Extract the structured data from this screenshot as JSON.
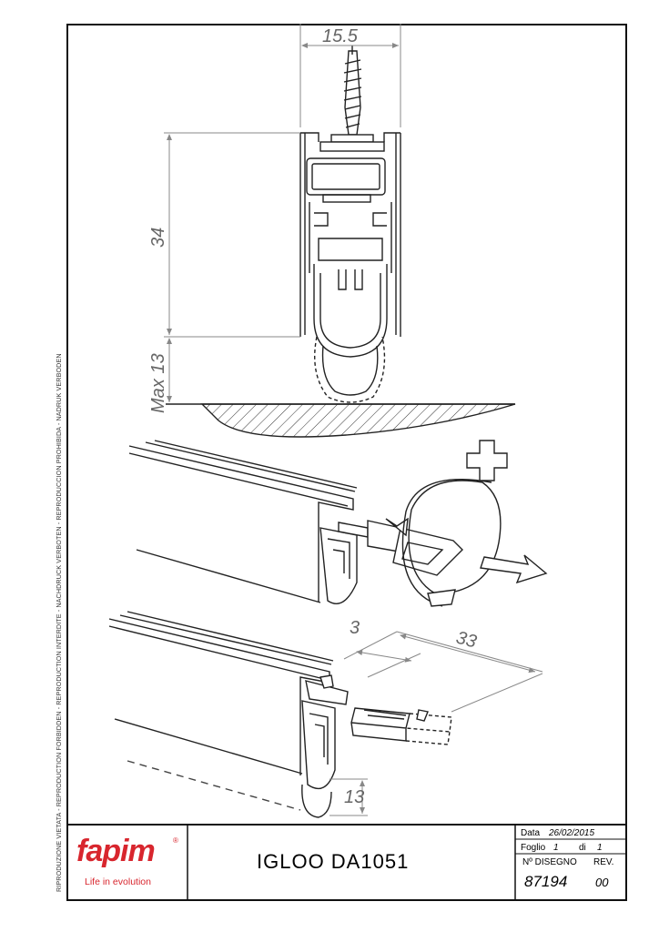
{
  "side_notice": "RIPRODUZIONE VIETATA - REPRODUCTION FORBIDDEN - REPRODUCTION INTERDITE - NACHDRUCK VERBOTEN - REPRODUCCION PROHIBIDA - NADRUK VERBODEN",
  "dimensions": {
    "width_top": "15.5",
    "height": "34",
    "max_label": "Max 13",
    "cut_short": "3",
    "cut_long": "33",
    "drop": "13"
  },
  "title_block": {
    "brand": "fapim",
    "registered": "®",
    "tagline": "Life in evolution",
    "product_title": "IGLOO DA1051",
    "date_label": "Data",
    "date_value": "26/02/2015",
    "sheet_label": "Foglio",
    "sheet_value": "1",
    "of_label": "di",
    "of_value": "1",
    "drawing_no_label": "Nº DISEGNO",
    "drawing_no_value": "87194",
    "rev_label": "REV.",
    "rev_value": "00"
  },
  "colors": {
    "brand_red": "#d8262e",
    "line": "#222222",
    "dimension": "#888888"
  }
}
